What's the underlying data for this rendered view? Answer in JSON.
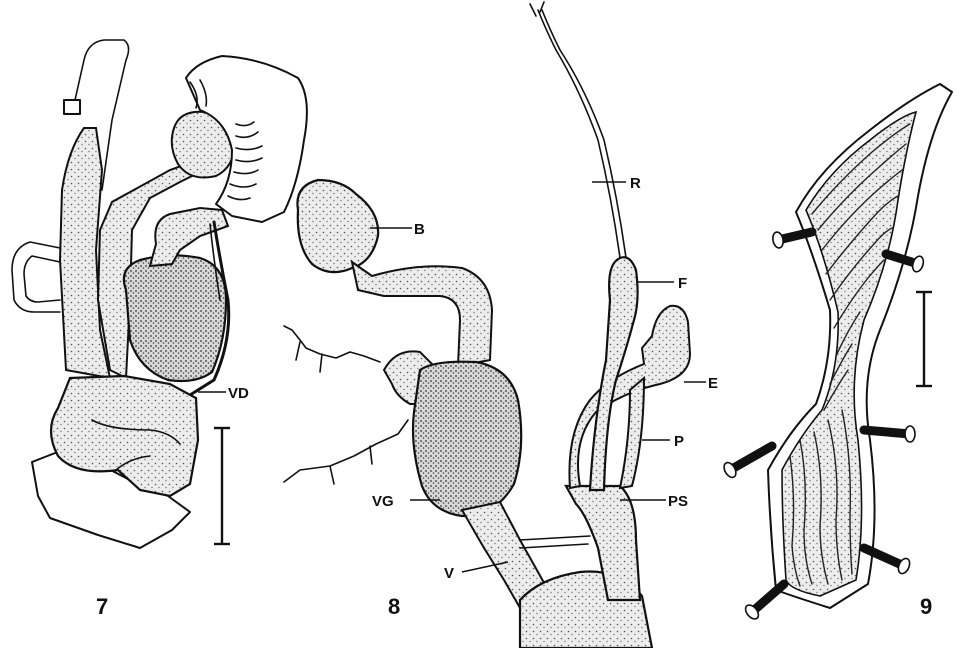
{
  "figures": [
    {
      "number": "7",
      "labels": [
        "VD"
      ]
    },
    {
      "number": "8",
      "labels": [
        "B",
        "R",
        "F",
        "E",
        "P",
        "PS",
        "VG",
        "V"
      ]
    },
    {
      "number": "9",
      "labels": []
    }
  ],
  "colors": {
    "ink": "#111111",
    "paper": "#ffffff",
    "stipple": "#c9c9c9"
  }
}
